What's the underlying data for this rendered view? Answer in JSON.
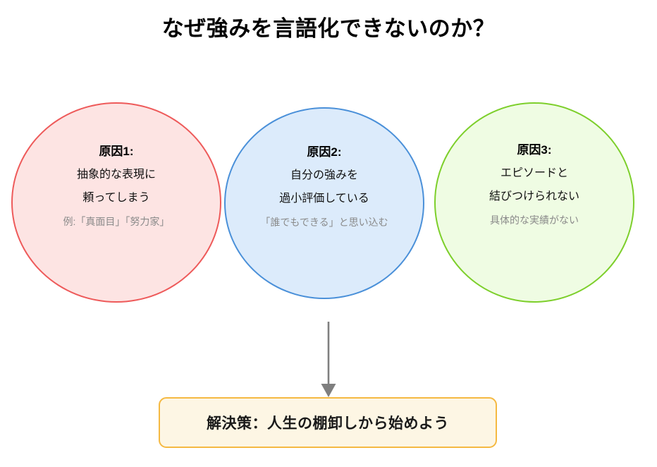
{
  "title": "なぜ強みを言語化できないのか？",
  "diagram": {
    "type": "cause-and-solution",
    "causes": [
      {
        "heading": "原因1:",
        "line1": "抽象的な表現に",
        "line2": "頼ってしまう",
        "note": "例:「真面目」「努力家」",
        "fill_color": "#FDE4E3",
        "border_color": "#EE5A5A"
      },
      {
        "heading": "原因2:",
        "line1": "自分の強みを",
        "line2": "過小評価している",
        "note": "「誰でもできる」と思い込む",
        "fill_color": "#DCEBFB",
        "border_color": "#4A90D9"
      },
      {
        "heading": "原因3:",
        "line1": "エピソードと",
        "line2": "結びつけられない",
        "note": "具体的な実績がない",
        "fill_color": "#EFFCE3",
        "border_color": "#7DCF2B"
      }
    ],
    "connector": {
      "icon": "down-arrow-icon",
      "color": "#7F7F7F"
    },
    "solution": {
      "label": "解決策：人生の棚卸しから始めよう",
      "fill_color": "#FDF6E4",
      "border_color": "#F5B942"
    }
  }
}
